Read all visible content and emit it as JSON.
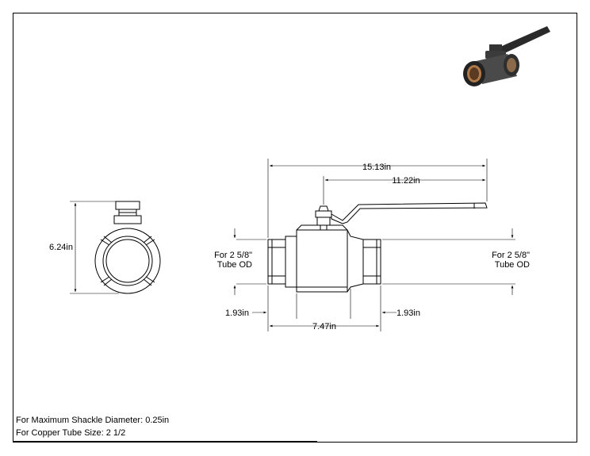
{
  "dimensions": {
    "overall_length": "15.13in",
    "handle_length": "11.22in",
    "height": "6.24in",
    "body_length": "7.47in",
    "left_end": "1.93in",
    "right_end": "1.93in",
    "tube_left_line1": "For 2 5/8\"",
    "tube_left_line2": "Tube OD",
    "tube_right_line1": "For 2 5/8\"",
    "tube_right_line2": "Tube OD"
  },
  "notes": {
    "shackle": "For Maximum Shackle Diameter: 0.25in",
    "tube_size": "For Copper Tube Size: 2 1/2"
  }
}
